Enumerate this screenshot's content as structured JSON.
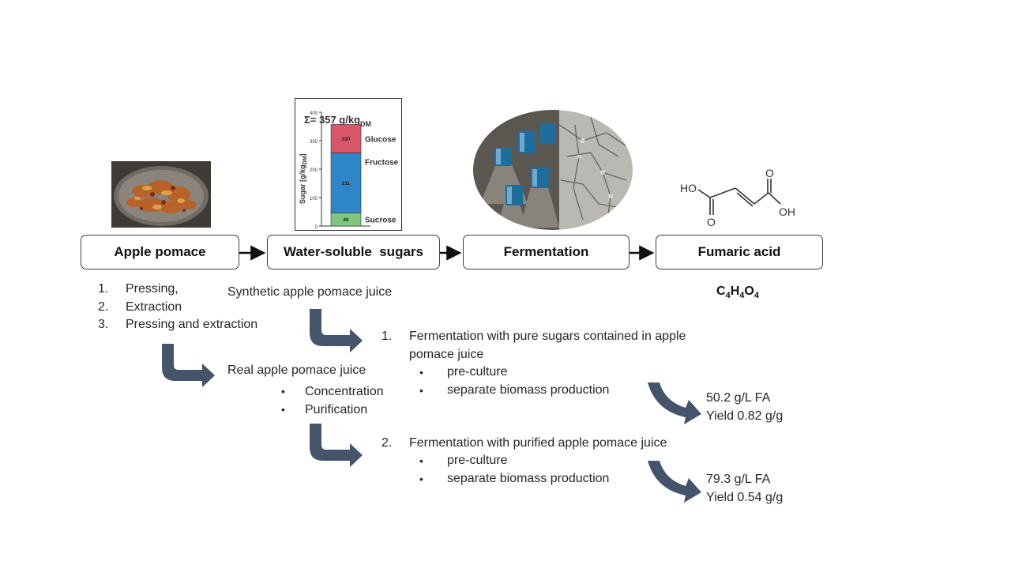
{
  "boxes": {
    "apple_pomace": "Apple pomace",
    "water_soluble_sugars": "Water-soluble  sugars",
    "fermentation": "Fermentation",
    "fumaric_acid": "Fumaric acid"
  },
  "formula": {
    "c": "C",
    "c_sub": "4",
    "h": "H",
    "h_sub": "4",
    "o": "O",
    "o_sub": "4"
  },
  "pomace_methods": [
    {
      "num": "1.",
      "label": "Pressing,"
    },
    {
      "num": "2.",
      "label": "Extraction"
    },
    {
      "num": "3.",
      "label": "Pressing and extraction"
    }
  ],
  "synthetic_juice": "Synthetic apple pomace juice",
  "real_juice": {
    "title": "Real apple pomace juice",
    "steps": [
      "Concentration",
      "Purification"
    ]
  },
  "fermentation_1": {
    "num": "1.",
    "line1": "Fermentation with pure sugars contained in apple",
    "line2": "pomace juice",
    "items": [
      "pre-culture",
      "separate biomass production"
    ],
    "result_concentration": "50.2 g/L FA",
    "result_yield": "Yield 0.82 g/g"
  },
  "fermentation_2": {
    "num": "2.",
    "line1": "Fermentation with purified apple pomace juice",
    "items": [
      "pre-culture",
      "separate biomass production"
    ],
    "result_concentration": "79.3 g/L FA",
    "result_yield": "Yield 0.54 g/g"
  },
  "sugar_chart": {
    "sum_label": "Σ= 357 g/kg",
    "sum_sub": "DM",
    "ylabel": "Sugar [g/kg",
    "ylabel_sub": "DM",
    "ylabel_end": "]",
    "yticks": [
      "0",
      "100",
      "200",
      "300",
      "400"
    ]
  },
  "molecule": {
    "ho_left": "HO",
    "o_top": "O",
    "o_bottom": "O",
    "oh_right": "OH"
  },
  "chart_data": {
    "type": "bar",
    "stacked": true,
    "categories": [
      ""
    ],
    "series": [
      {
        "name": "Sucrose",
        "values": [
          46
        ],
        "color": "#7fc77f"
      },
      {
        "name": "Fructose",
        "values": [
          211
        ],
        "color": "#2e86c9"
      },
      {
        "name": "Glucose",
        "values": [
          100
        ],
        "color": "#d9556a"
      }
    ],
    "ylim": [
      0,
      400
    ]
  },
  "colors": {
    "arrow": "#44546a",
    "box_border": "#404040"
  },
  "icons": {
    "process_arrow": "curved-arrow-icon",
    "flow_arrow": "right-arrow-icon"
  }
}
